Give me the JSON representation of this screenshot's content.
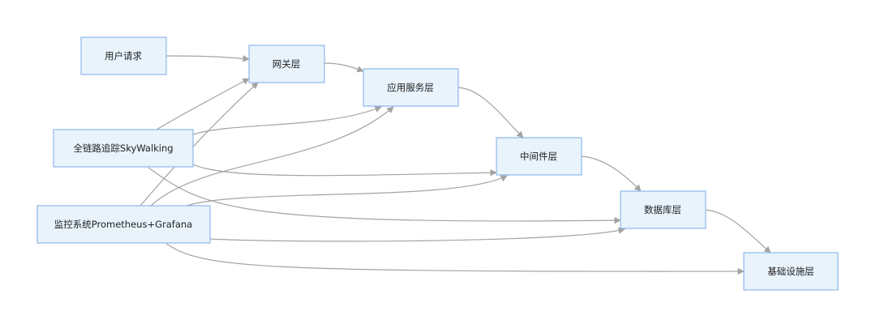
{
  "diagram": {
    "type": "flowchart",
    "colors": {
      "node_fill": "#e8f3fc",
      "node_border": "#8fb8ea",
      "edge": "#a3a3a3",
      "text": "#222222"
    },
    "nodes": {
      "user_request": "用户请求",
      "gateway": "网关层",
      "app_service": "应用服务层",
      "middleware": "中间件层",
      "database": "数据库层",
      "infrastructure": "基础设施层",
      "tracing": "全链路追踪SkyWalking",
      "monitoring": "监控系统Prometheus+Grafana"
    },
    "edges": [
      {
        "from": "user_request",
        "to": "gateway"
      },
      {
        "from": "gateway",
        "to": "app_service"
      },
      {
        "from": "app_service",
        "to": "middleware"
      },
      {
        "from": "middleware",
        "to": "database"
      },
      {
        "from": "database",
        "to": "infrastructure"
      },
      {
        "from": "tracing",
        "to": "gateway"
      },
      {
        "from": "tracing",
        "to": "app_service"
      },
      {
        "from": "tracing",
        "to": "middleware"
      },
      {
        "from": "tracing",
        "to": "database"
      },
      {
        "from": "monitoring",
        "to": "gateway"
      },
      {
        "from": "monitoring",
        "to": "app_service"
      },
      {
        "from": "monitoring",
        "to": "middleware"
      },
      {
        "from": "monitoring",
        "to": "database"
      },
      {
        "from": "monitoring",
        "to": "infrastructure"
      }
    ]
  }
}
